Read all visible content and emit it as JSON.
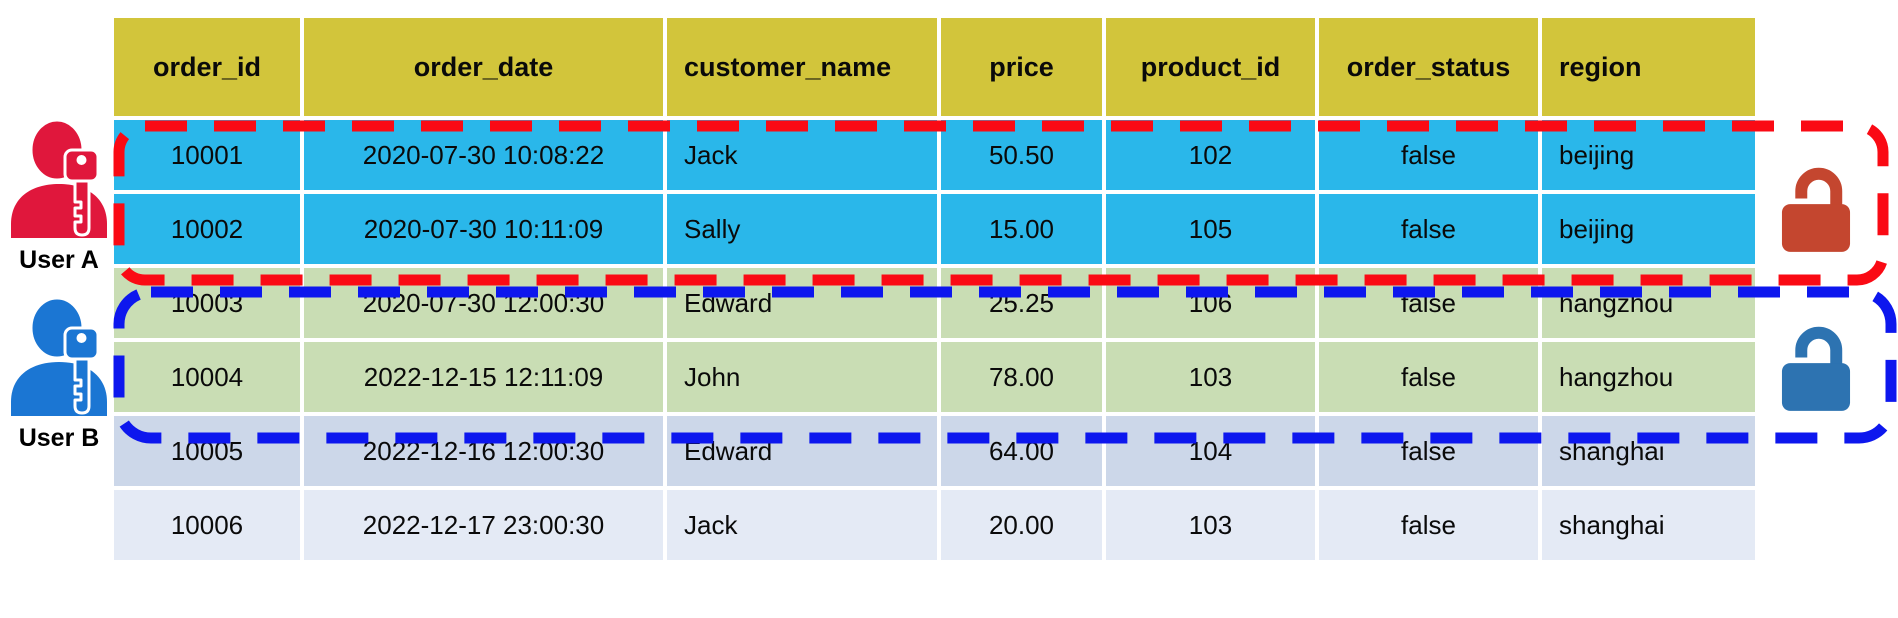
{
  "colors": {
    "header_bg": "#d2c53b",
    "user_a_row_bg": "#2ab7ea",
    "user_b_row_bg": "#c9ddb4",
    "row5_bg": "#ccd7e9",
    "row6_bg": "#e4eaf5",
    "red_dash": "#fa0a14",
    "blue_dash": "#0d17ee",
    "red_lock": "#c4462f",
    "blue_lock": "#2d73b1",
    "user_a_icon": "#e0173c",
    "user_b_icon": "#1b76d3",
    "text": "#0a0a0a"
  },
  "users": [
    {
      "id": "user-a",
      "label": "User A",
      "icon": "person-with-key-icon",
      "lock": "open-padlock-icon"
    },
    {
      "id": "user-b",
      "label": "User B",
      "icon": "person-with-key-icon",
      "lock": "open-padlock-icon"
    }
  ],
  "table": {
    "headers": [
      "order_id",
      "order_date",
      "customer_name",
      "price",
      "product_id",
      "order_status",
      "region"
    ],
    "rows": [
      {
        "group": "user-a",
        "cells": [
          "10001",
          "2020-07-30 10:08:22",
          "Jack",
          "50.50",
          "102",
          "false",
          "beijing"
        ]
      },
      {
        "group": "user-a",
        "cells": [
          "10002",
          "2020-07-30 10:11:09",
          "Sally",
          "15.00",
          "105",
          "false",
          "beijing"
        ]
      },
      {
        "group": "user-b",
        "cells": [
          "10003",
          "2020-07-30 12:00:30",
          "Edward",
          "25.25",
          "106",
          "false",
          "hangzhou"
        ]
      },
      {
        "group": "user-b",
        "cells": [
          "10004",
          "2022-12-15 12:11:09",
          "John",
          "78.00",
          "103",
          "false",
          "hangzhou"
        ]
      },
      {
        "group": "plain-dark",
        "cells": [
          "10005",
          "2022-12-16 12:00:30",
          "Edward",
          "64.00",
          "104",
          "false",
          "shanghai"
        ]
      },
      {
        "group": "plain-light",
        "cells": [
          "10006",
          "2022-12-17 23:00:30",
          "Jack",
          "20.00",
          "103",
          "false",
          "shanghai"
        ]
      }
    ]
  }
}
